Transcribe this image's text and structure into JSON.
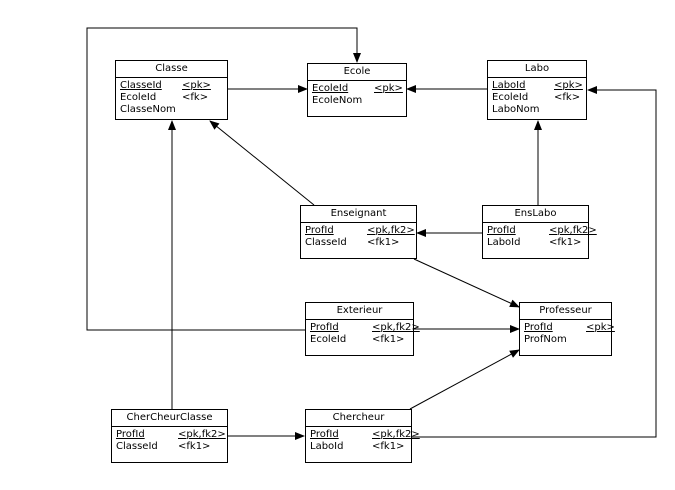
{
  "entities": {
    "classe": {
      "name": "Classe",
      "rows": [
        {
          "attr": "ClasseId",
          "key": "<pk>"
        },
        {
          "attr": "EcoleId",
          "key": "<fk>"
        },
        {
          "attr": "ClasseNom",
          "key": ""
        }
      ]
    },
    "ecole": {
      "name": "Ecole",
      "rows": [
        {
          "attr": "EcoleId",
          "key": "<pk>"
        },
        {
          "attr": "EcoleNom",
          "key": ""
        }
      ]
    },
    "labo": {
      "name": "Labo",
      "rows": [
        {
          "attr": "LaboId",
          "key": "<pk>"
        },
        {
          "attr": "EcoleId",
          "key": "<fk>"
        },
        {
          "attr": "LaboNom",
          "key": ""
        }
      ]
    },
    "enseignant": {
      "name": "Enseignant",
      "rows": [
        {
          "attr": "ProfId",
          "key": "<pk,fk2>"
        },
        {
          "attr": "ClasseId",
          "key": "<fk1>"
        }
      ]
    },
    "enslabo": {
      "name": "EnsLabo",
      "rows": [
        {
          "attr": "ProfId",
          "key": "<pk,fk2>"
        },
        {
          "attr": "LaboId",
          "key": "<fk1>"
        }
      ]
    },
    "exterieur": {
      "name": "Exterieur",
      "rows": [
        {
          "attr": "ProfId",
          "key": "<pk,fk2>"
        },
        {
          "attr": "EcoleId",
          "key": "<fk1>"
        }
      ]
    },
    "professeur": {
      "name": "Professeur",
      "rows": [
        {
          "attr": "ProfId",
          "key": "<pk>"
        },
        {
          "attr": "ProfNom",
          "key": ""
        }
      ]
    },
    "chercheurclasse": {
      "name": "CherCheurClasse",
      "rows": [
        {
          "attr": "ProfId",
          "key": "<pk,fk2>"
        },
        {
          "attr": "ClasseId",
          "key": "<fk1>"
        }
      ]
    },
    "chercheur": {
      "name": "Chercheur",
      "rows": [
        {
          "attr": "ProfId",
          "key": "<pk,fk2>"
        },
        {
          "attr": "LaboId",
          "key": "<fk1>"
        }
      ]
    }
  }
}
